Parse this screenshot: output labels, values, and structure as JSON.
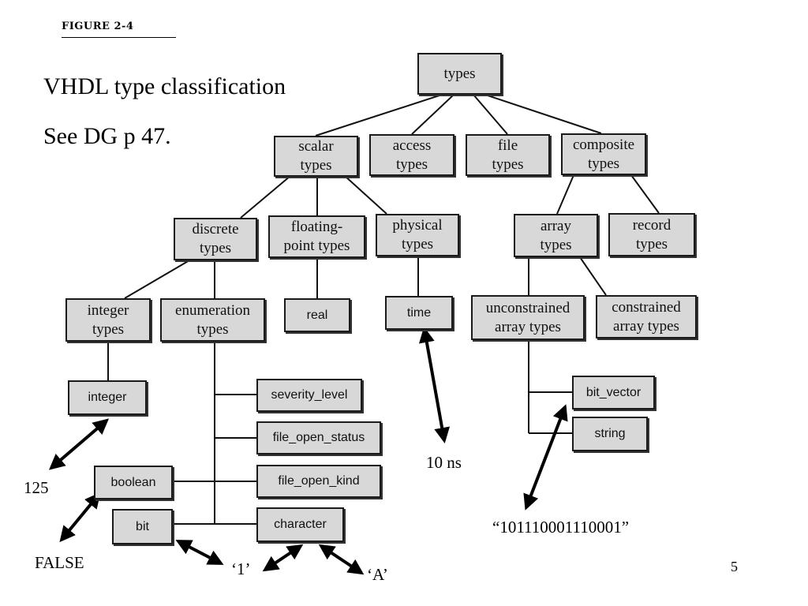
{
  "figure_label": "FIGURE 2-4",
  "title": "VHDL type classification",
  "subtitle": "See DG p 47.",
  "nodes": {
    "types": "types",
    "scalar": "scalar\ntypes",
    "access": "access\ntypes",
    "file": "file\ntypes",
    "composite": "composite\ntypes",
    "discrete": "discrete\ntypes",
    "floating": "floating-\npoint types",
    "physical": "physical\ntypes",
    "array": "array\ntypes",
    "record": "record\ntypes",
    "integer_types": "integer\ntypes",
    "enumeration": "enumeration\ntypes",
    "real": "real",
    "time": "time",
    "unconstrained": "unconstrained\narray types",
    "constrained": "constrained\narray types",
    "integer": "integer",
    "severity_level": "severity_level",
    "file_open_status": "file_open_status",
    "file_open_kind": "file_open_kind",
    "boolean": "boolean",
    "bit": "bit",
    "character": "character",
    "bit_vector": "bit_vector",
    "string": "string"
  },
  "annotations": {
    "n125": "125",
    "false": "FALSE",
    "one": "‘1’",
    "a": "‘A’",
    "ten_ns": "10 ns",
    "bitstring": "“101110001110001”"
  },
  "page_number": "5"
}
